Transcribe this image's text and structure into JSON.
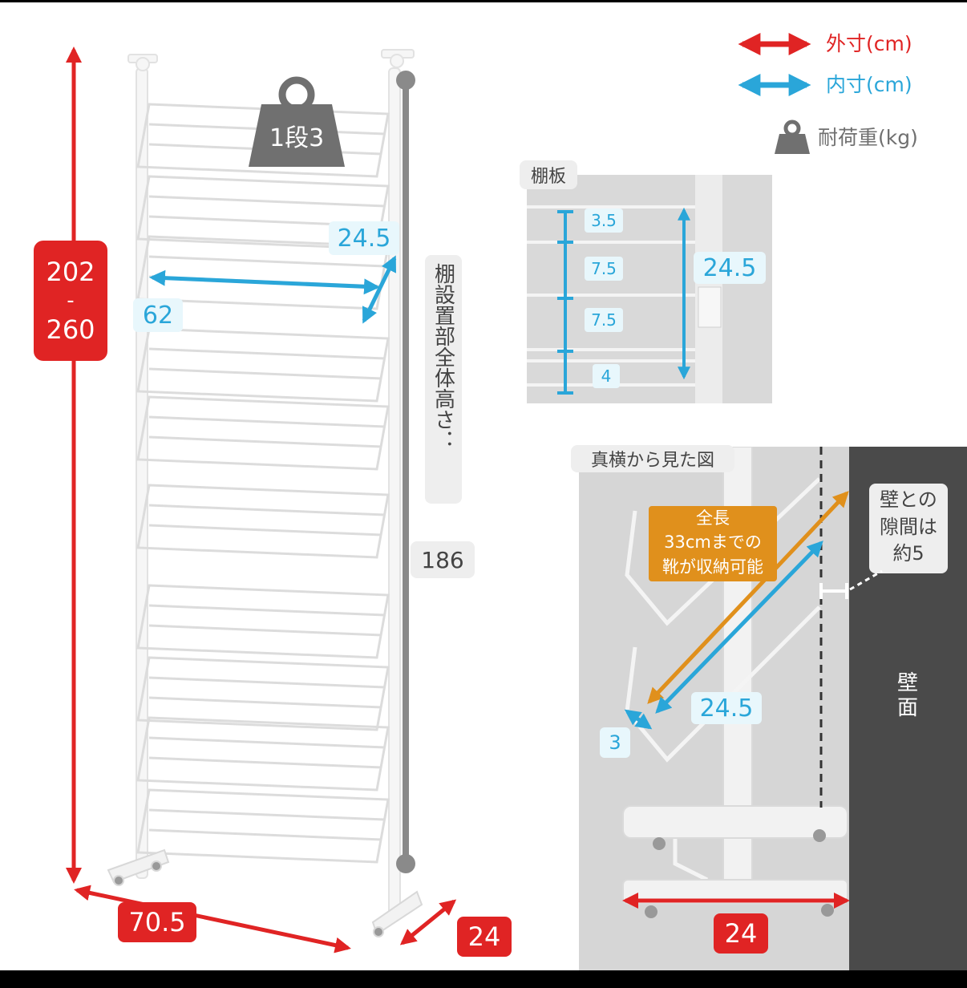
{
  "legend": {
    "outer": "外寸(cm)",
    "inner": "内寸(cm)",
    "load": "耐荷重(kg)"
  },
  "colors": {
    "outer": "#e02424",
    "inner": "#2aa6d9",
    "load": "#707070",
    "storage": "#e0901c"
  },
  "main": {
    "height_top": "202",
    "height_dash": "-",
    "height_bottom": "260",
    "width": "70.5",
    "depth": "24",
    "inner_width": "62",
    "inner_depth": "24.5",
    "load_label": "1段3",
    "shelf_height_caption": "棚設置部全体高さ：",
    "shelf_height_value": "186"
  },
  "shelf_detail": {
    "title": "棚板",
    "measurements": [
      "3.5",
      "7.5",
      "7.5",
      "4"
    ],
    "total": "24.5"
  },
  "side_view": {
    "title": "真横から見た図",
    "storage_note_line1": "全長",
    "storage_note_line2": "33cmまでの",
    "storage_note_line3": "靴が収納可能",
    "inner_length": "24.5",
    "offset": "3",
    "gap_note_line1": "壁との",
    "gap_note_line2": "隙間は",
    "gap_note_line3": "約5",
    "wall_label_1": "壁",
    "wall_label_2": "面",
    "base_depth": "24"
  }
}
